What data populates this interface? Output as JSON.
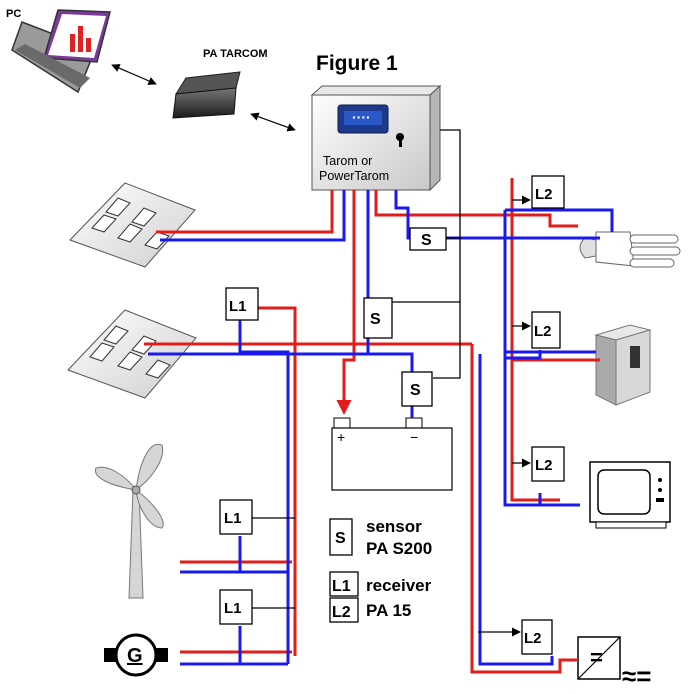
{
  "title": "Figure 1",
  "pc_label": "PC",
  "tarcom_label": "PA TARCOM",
  "controller": {
    "line1": "Tarom or",
    "line2": "PowerTarom",
    "display": "····"
  },
  "battery": {
    "plus": "+",
    "minus": "−"
  },
  "sensor_letter": "S",
  "receiver_l1": "L1",
  "receiver_l2": "L2",
  "generator_letter": "G",
  "legend": {
    "sensor_title": "sensor",
    "sensor_model": "PA S200",
    "receiver_title": "receiver",
    "receiver_model": "PA 15"
  },
  "converter_symbol": "=",
  "ac_out": "≈=",
  "colors": {
    "positive": "#e21b1b",
    "negative": "#1a1aee",
    "signal": "#000000"
  }
}
